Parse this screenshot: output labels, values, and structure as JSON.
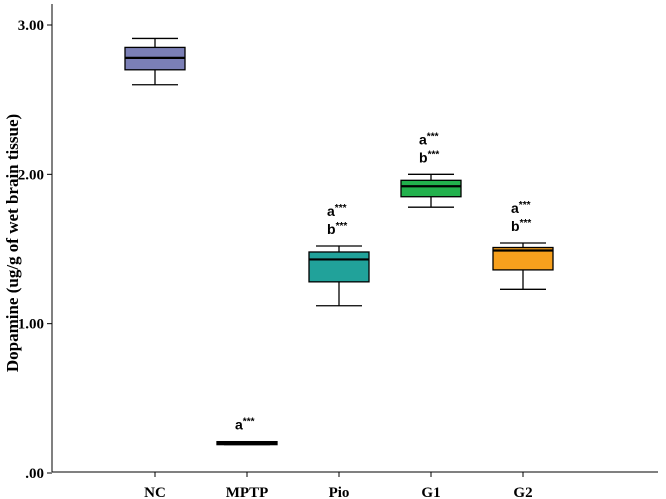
{
  "chart_data": {
    "type": "box",
    "title": "",
    "ylabel": "Dopamine (ug/g of wet brain tissue)",
    "xlabel": "",
    "ylim": [
      0,
      3.0
    ],
    "yticks": [
      {
        "value": 0,
        "label": ".00"
      },
      {
        "value": 1,
        "label": "1.00"
      },
      {
        "value": 2,
        "label": "2.00"
      },
      {
        "value": 3,
        "label": "3.00"
      }
    ],
    "grid": false,
    "categories": [
      "NC",
      "MPTP",
      "Pio",
      "G1",
      "G2"
    ],
    "boxes": [
      {
        "category": "NC",
        "min": 2.6,
        "q1": 2.7,
        "median": 2.78,
        "q3": 2.85,
        "max": 2.91,
        "color": "#7b7fb6",
        "annotation": []
      },
      {
        "category": "MPTP",
        "min": 0.19,
        "q1": 0.19,
        "median": 0.2,
        "q3": 0.21,
        "max": 0.21,
        "color": "#2b2b2b",
        "annotation": [
          {
            "base": "a",
            "sup": "***"
          }
        ]
      },
      {
        "category": "Pio",
        "min": 1.12,
        "q1": 1.28,
        "median": 1.43,
        "q3": 1.48,
        "max": 1.52,
        "color": "#21a29a",
        "annotation": [
          {
            "base": "a",
            "sup": "***"
          },
          {
            "base": "b",
            "sup": "***"
          }
        ]
      },
      {
        "category": "G1",
        "min": 1.78,
        "q1": 1.85,
        "median": 1.92,
        "q3": 1.96,
        "max": 2.0,
        "color": "#22b14c",
        "annotation": [
          {
            "base": "a",
            "sup": "***"
          },
          {
            "base": "b",
            "sup": "***"
          }
        ]
      },
      {
        "category": "G2",
        "min": 1.23,
        "q1": 1.36,
        "median": 1.49,
        "q3": 1.51,
        "max": 1.54,
        "color": "#f7a01d",
        "annotation": [
          {
            "base": "a",
            "sup": "***"
          },
          {
            "base": "b",
            "sup": "***"
          }
        ]
      }
    ]
  }
}
